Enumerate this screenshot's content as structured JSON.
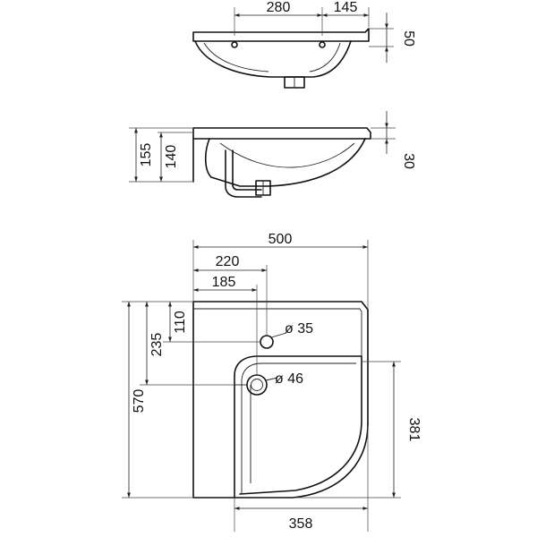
{
  "dimensions": {
    "top_view_width": "280",
    "top_view_right": "145",
    "top_view_height": "50",
    "side_total_height": "155",
    "side_inner_height": "140",
    "side_rim_height": "30",
    "plan_width": "500",
    "plan_tap_offset": "220",
    "plan_inner_offset": "185",
    "plan_tap_depth": "110",
    "plan_drain_depth": "235",
    "plan_total_depth": "570",
    "tap_hole_diameter": "ø 35",
    "drain_hole_diameter": "ø 46",
    "plan_bowl_depth": "381",
    "plan_bowl_width": "358"
  },
  "colors": {
    "line": "#111111",
    "background": "#ffffff"
  }
}
